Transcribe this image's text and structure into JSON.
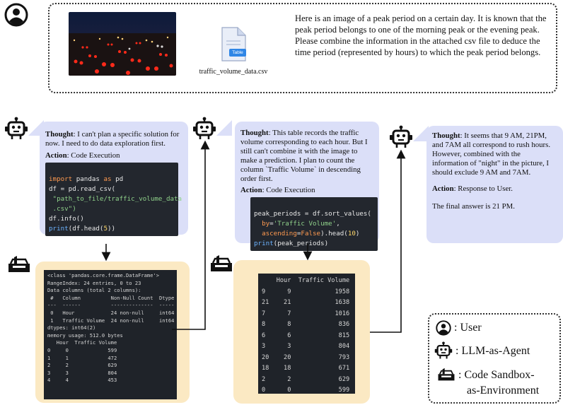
{
  "query": {
    "text": "Here is an image of a peak period on a certain day. It is known that the peak period belongs to one of the morning peak or the evening peak. Please combine the information in the attached csv file to deduce the time period (represented by hours) to which the peak period belongs.",
    "file_name": "traffic_volume_data.csv",
    "file_badge": "Table"
  },
  "agent_steps": [
    {
      "thought_label": "Thought",
      "thought": ": I can't plan a specific solution for now. I need to do data exploration first.",
      "action_label": "Action",
      "action": ": Code Execution"
    },
    {
      "thought_label": "Thought",
      "thought": ": This table records the traffic volume corresponding to each hour. But I still can't combine it with the image to make a prediction. I plan to count the column `Traffic Volume` in descending order first.",
      "action_label": "Action",
      "action": ": Code Execution"
    },
    {
      "thought_label": "Thought",
      "thought": ": It seems that 9 AM, 21PM, and 7AM all correspond to rush hours. However, combined with the information of \"night\" in the picture, I should exclude 9 AM and 7AM.",
      "action_label": "Action",
      "action": ": Response to User.",
      "answer": "The final answer is 21 PM."
    }
  ],
  "code1": {
    "l1_kw": "import",
    "l1_a": " pandas ",
    "l1_kw2": "as",
    "l1_b": " pd",
    "l2": "df = pd.read_csv(",
    "l3": " \"path_to_file/traffic_volume_data",
    "l4": " .csv\")",
    "l5": "df.info()",
    "l6_fn": "print",
    "l6_a": "(df.head(",
    "l6_n": "5",
    "l6_b": "))"
  },
  "code2": {
    "l1": "peak_periods = df.sort_values(",
    "l2_kw": "  by",
    "l2_a": "=",
    "l2_s": "'Traffic Volume'",
    "l2_b": ",",
    "l3_kw": "  ascending",
    "l3_a": "=",
    "l3_kw2": "False",
    "l3_b": ").head(",
    "l3_n": "10",
    "l3_c": ")",
    "l4_fn": "print",
    "l4_a": "(peak_periods)"
  },
  "output1": [
    "<class 'pandas.core.frame.DataFrame'>",
    "RangeIndex: 24 entries, 0 to 23",
    "Data columns (total 2 columns):",
    " #   Column          Non-Null Count  Dtype",
    "---  ------          --------------  -----",
    " 0   Hour            24 non-null     int64",
    " 1   Traffic Volume  24 non-null     int64",
    "dtypes: int64(2)",
    "memory usage: 512.0 bytes",
    "   Hour  Traffic Volume",
    "0     0             599",
    "1     1             472",
    "2     2             629",
    "3     3             804",
    "4     4             453"
  ],
  "output2": [
    "    Hour  Traffic Volume",
    "9      9            1958",
    "21    21            1638",
    "7      7            1016",
    "8      8             836",
    "6      6             815",
    "3      3             804",
    "20    20             793",
    "18    18             671",
    "2      2             629",
    "0      0             599"
  ],
  "legend": {
    "user": ": User",
    "agent": ": LLM-as-Agent",
    "env_line1": ": Code Sandbox-",
    "env_line2": "as-Environment"
  },
  "colors": {
    "bubble": "#dbdff8",
    "sandbox": "#fbe9c3",
    "code_bg": "#23272e"
  }
}
